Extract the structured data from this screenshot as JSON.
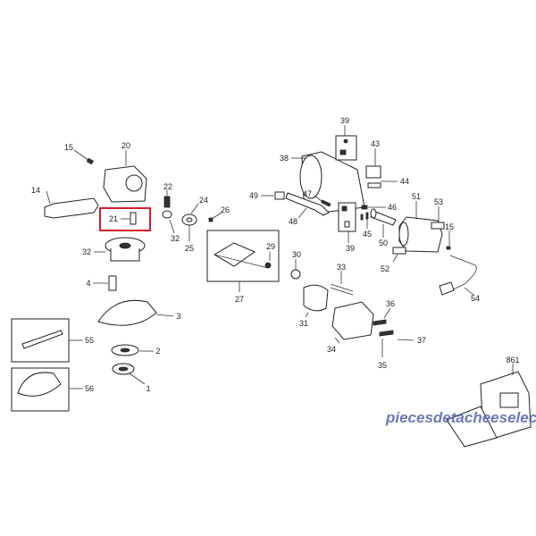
{
  "diagram": {
    "title": "Exploded parts diagram - angle grinder",
    "highlight_color": "#d0202a",
    "highlighted_part": "21",
    "labels": [
      "15",
      "20",
      "14",
      "21",
      "32",
      "4",
      "3",
      "2",
      "1",
      "55",
      "56",
      "22",
      "24",
      "26",
      "32",
      "25",
      "29",
      "27",
      "30",
      "31",
      "33",
      "34",
      "36",
      "37",
      "35",
      "38",
      "39",
      "43",
      "44",
      "49",
      "47",
      "48",
      "39",
      "46",
      "45",
      "50",
      "51",
      "53",
      "15",
      "52",
      "54",
      "861"
    ]
  },
  "watermark": "piecesdetacheeselec.com"
}
